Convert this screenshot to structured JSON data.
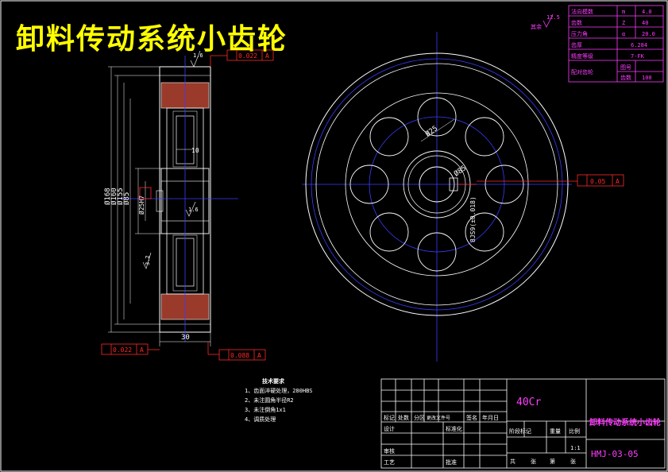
{
  "title": "卸料传动系统小齿轮",
  "tolerances": {
    "top_runout": "0.022",
    "top_runout_datum": "A",
    "bottom_runout": "0.022",
    "bottom_runout_datum": "A",
    "bottom_parallel": "0.088",
    "bottom_parallel_datum": "A",
    "keyway_sym": "0.05",
    "keyway_sym_datum": "A"
  },
  "dimensions": {
    "d_outer": "Ø168",
    "d_pitch": "Ø160",
    "d_root": "Ø155",
    "d_hub": "Ø85",
    "d_bore": "Ø25H7",
    "width": "30",
    "web_width": "10",
    "roughness_top": "1.6",
    "roughness_mid": "1.6",
    "roughness_side": "3.2",
    "hole_dia": "Ø25",
    "hub_circle": "Ø85",
    "keyway": "8JS9(±0.018)"
  },
  "surface_finish": {
    "value": "12.5",
    "label": "其余"
  },
  "params_table": [
    {
      "name": "法向模数",
      "sym": "m",
      "val": "4.0"
    },
    {
      "name": "齿数",
      "sym": "Z",
      "val": "40"
    },
    {
      "name": "压力角",
      "sym": "α",
      "val": "20.0"
    },
    {
      "name": "齿厚",
      "sym": "",
      "val": "6.284"
    },
    {
      "name": "精度等级",
      "sym": "",
      "val": "7-FK"
    },
    {
      "name": "配对齿轮",
      "sym": "图号",
      "val": ""
    },
    {
      "name": "",
      "sym": "齿数",
      "val": "100"
    }
  ],
  "tech_requirements": {
    "heading": "技术要求",
    "items": [
      "1、齿面淬硬处理，280HBS",
      "2、未注圆角半径R2",
      "3、未注倒角1x1",
      "4、调质处理"
    ]
  },
  "title_block": {
    "material": "40Cr",
    "part_name": "卸料传动系统小齿轮",
    "drawing_no": "HMJ-03-05",
    "col_labels": [
      "标记",
      "处数",
      "分区",
      "更改文件号",
      "签名",
      "年月日"
    ],
    "design": "设计",
    "standardize": "标准化",
    "stage_labels": [
      "阶段标记",
      "重量",
      "比例"
    ],
    "scale": "1:1",
    "review": "审核",
    "process": "工艺",
    "approve": "批准",
    "sheet_labels": [
      "共",
      "张",
      "第",
      "张"
    ]
  }
}
